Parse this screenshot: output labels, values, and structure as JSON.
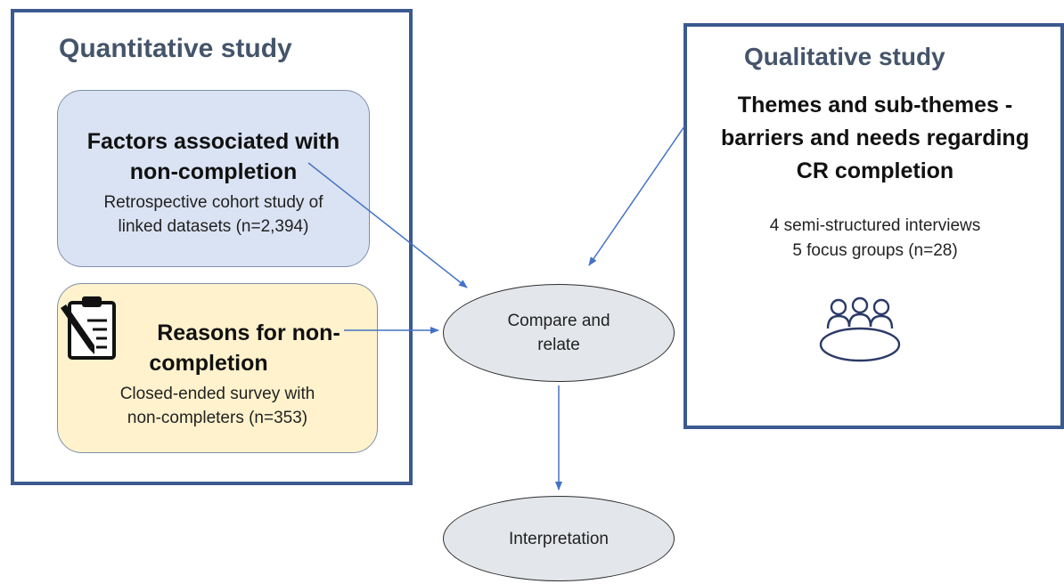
{
  "quantitative": {
    "title": "Quantitative study",
    "factors": {
      "heading_line1": "Factors associated with",
      "heading_line2": "non-completion",
      "sub_line1": "Retrospective cohort study of",
      "sub_line2": "linked datasets (n=2,394)"
    },
    "reasons": {
      "heading_line1": "Reasons for non-",
      "heading_line2": "completion",
      "sub_line1": "Closed-ended survey with",
      "sub_line2": "non-completers (n=353)",
      "icon": "clipboard-pencil-icon"
    }
  },
  "qualitative": {
    "title": "Qualitative study",
    "heading_line1": "Themes and sub-themes -",
    "heading_line2": "barriers and needs regarding",
    "heading_line3": "CR completion",
    "detail_line1": "4 semi-structured interviews",
    "detail_line2": "5 focus groups (n=28)",
    "icon": "focus-group-icon"
  },
  "compare": {
    "line1": "Compare and",
    "line2": "relate"
  },
  "interpretation": {
    "label": "Interpretation"
  },
  "colors": {
    "panel_border": "#3b5a8f",
    "panel_title": "#44546a",
    "factors_fill": "#dae3f3",
    "reasons_fill": "#fff2cc",
    "ellipse_fill": "#e3e6ea",
    "arrow": "#4472c4"
  }
}
